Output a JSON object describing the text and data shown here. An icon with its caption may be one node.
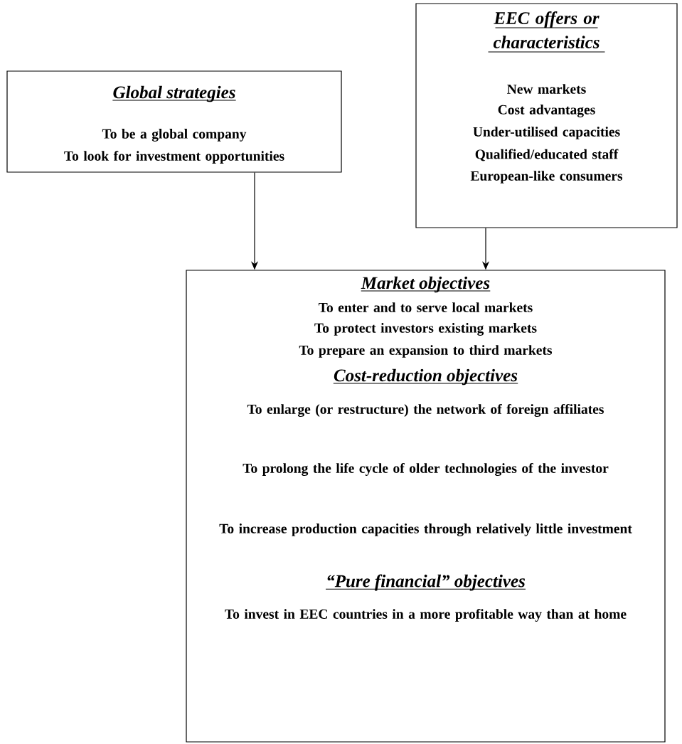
{
  "diagram": {
    "nodes": [
      {
        "text": [
          "Global strategies",
          "To be a global company",
          "To look for investment opportunities"
        ]
      },
      {
        "text": [
          "EEC offers or characteristics",
          "New markets",
          "Cost advantages",
          "Under-utilised capacities",
          "Qualified/educated staff",
          "European-like consumers"
        ]
      },
      {
        "text": [
          "Market objectives",
          "To enter and to serve local markets",
          "To protect investors existing markets",
          "To prepare an expansion to third markets",
          "Cost-reduction objectives",
          "To enlarge (or restructure) the network of foreign affiliates",
          "To prolong the life cycle of older technologies of the investor",
          "To increase production capacities through relatively little investment",
          "“Pure financial” objectives",
          "To invest in EEC countries in a more profitable way than at home"
        ]
      }
    ],
    "edges": [
      {
        "from": 0,
        "to": 2,
        "arrow": "to"
      },
      {
        "from": 1,
        "to": 2,
        "arrow": "to"
      }
    ]
  }
}
